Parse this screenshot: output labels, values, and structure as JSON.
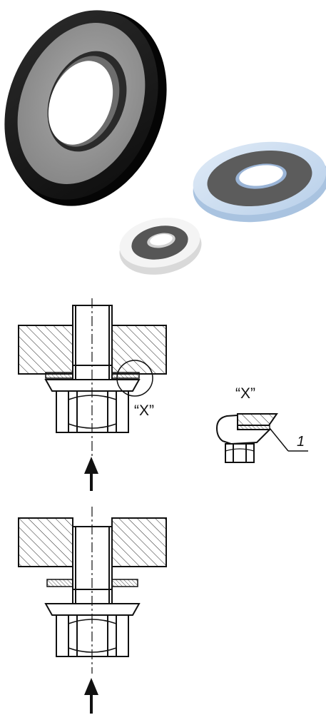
{
  "photo": {
    "items": [
      "black-seal-washer",
      "blue-seal-washer",
      "white-seal-washer"
    ],
    "colors": {
      "black_ring": "#1a1a1a",
      "metal": "#8f8f8f",
      "blue_ring": "#cfe0f2",
      "white_ring": "#f2f2f2"
    }
  },
  "diagram": {
    "detail_label": "“X”",
    "detail_title": "“X”",
    "part_number": "1"
  }
}
